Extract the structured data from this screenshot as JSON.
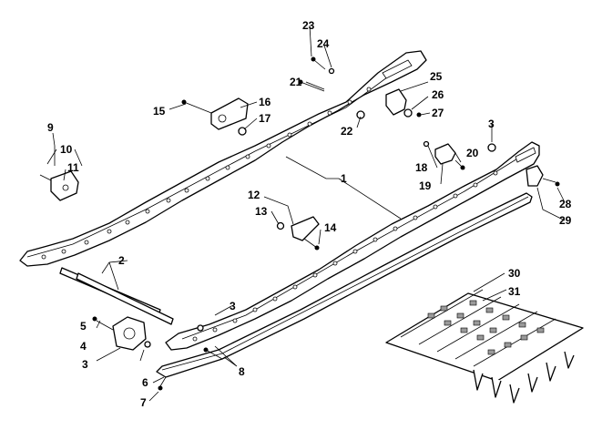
{
  "callouts": [
    {
      "id": "c1",
      "text": "1"
    },
    {
      "id": "c2",
      "text": "2"
    },
    {
      "id": "c3a",
      "text": "3"
    },
    {
      "id": "c3b",
      "text": "3"
    },
    {
      "id": "c3c",
      "text": "3"
    },
    {
      "id": "c4",
      "text": "4"
    },
    {
      "id": "c5",
      "text": "5"
    },
    {
      "id": "c6",
      "text": "6"
    },
    {
      "id": "c7",
      "text": "7"
    },
    {
      "id": "c8",
      "text": "8"
    },
    {
      "id": "c9",
      "text": "9"
    },
    {
      "id": "c10",
      "text": "10"
    },
    {
      "id": "c11",
      "text": "11"
    },
    {
      "id": "c12",
      "text": "12"
    },
    {
      "id": "c13",
      "text": "13"
    },
    {
      "id": "c14",
      "text": "14"
    },
    {
      "id": "c15",
      "text": "15"
    },
    {
      "id": "c16",
      "text": "16"
    },
    {
      "id": "c17",
      "text": "17"
    },
    {
      "id": "c18",
      "text": "18"
    },
    {
      "id": "c19",
      "text": "19"
    },
    {
      "id": "c20",
      "text": "20"
    },
    {
      "id": "c21",
      "text": "21"
    },
    {
      "id": "c22",
      "text": "22"
    },
    {
      "id": "c23",
      "text": "23"
    },
    {
      "id": "c24",
      "text": "24"
    },
    {
      "id": "c25",
      "text": "25"
    },
    {
      "id": "c26",
      "text": "26"
    },
    {
      "id": "c27",
      "text": "27"
    },
    {
      "id": "c28",
      "text": "28"
    },
    {
      "id": "c29",
      "text": "29"
    },
    {
      "id": "c30",
      "text": "30"
    },
    {
      "id": "c31",
      "text": "31"
    }
  ]
}
